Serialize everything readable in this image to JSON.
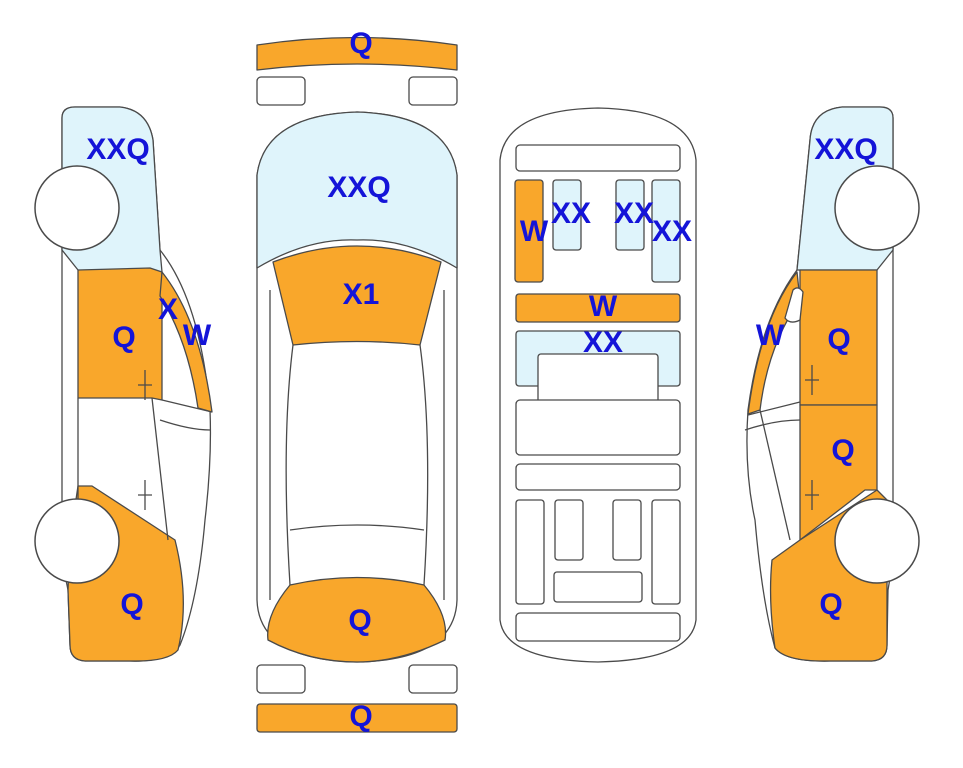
{
  "colors": {
    "damage": "#f9a72b",
    "glass": "#dff4fb",
    "body": "#ffffff",
    "outline": "#4a4a4a",
    "mark": "#1414d8"
  },
  "marks": {
    "top_front_bumper": "Q",
    "top_windshield": "XXQ",
    "top_hood": "X1",
    "top_trunk": "Q",
    "top_rear_bumper": "Q",
    "left_windshield": "XXQ",
    "left_front_door": "Q",
    "left_window_a": "X",
    "left_window_b": "W",
    "left_rear_quarter": "Q",
    "interior_left_window": "W",
    "interior_glass_1": "XX",
    "interior_glass_2": "XX",
    "interior_glass_3": "XX",
    "interior_bar": "W",
    "interior_glass_4": "XX",
    "right_windshield": "XXQ",
    "right_window": "W",
    "right_front_door": "Q",
    "right_rear_door": "Q",
    "right_rear_quarter": "Q"
  }
}
